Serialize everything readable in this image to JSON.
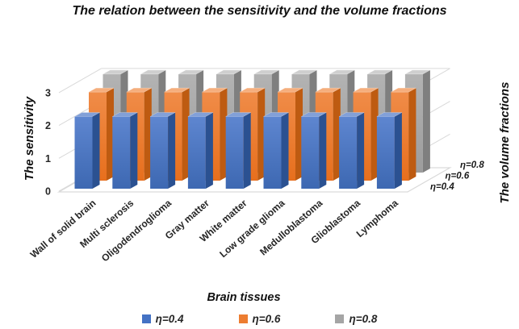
{
  "chart_data": {
    "type": "bar",
    "projection": "3d-clustered-column",
    "title": "The relation between the sensitivity and the volume fractions",
    "xlabel": "Brain tissues",
    "ylabel": "The sensitivity",
    "depth_axis_label": "The volume fractions",
    "categories": [
      "Wall of solid brain",
      "Multi sclerosis",
      "Oligodendroglioma",
      "Gray matter",
      "White matter",
      "Low grade glioma",
      "Medulloblastoma",
      "Glioblastoma",
      "Lymphoma"
    ],
    "series": [
      {
        "name": "η=0.4",
        "values": [
          2.2,
          2.2,
          2.2,
          2.2,
          2.2,
          2.2,
          2.2,
          2.2,
          2.2
        ],
        "color": "#4472C4",
        "front_light": "#5E86D0",
        "front_dark": "#3D68B2",
        "side": "#2B5191",
        "top": "#82A0D8"
      },
      {
        "name": "η=0.6",
        "values": [
          2.7,
          2.7,
          2.7,
          2.7,
          2.7,
          2.7,
          2.7,
          2.7,
          2.7
        ],
        "color": "#ED7D31",
        "front_light": "#F08C48",
        "front_dark": "#E76F1D",
        "side": "#BE5B11",
        "top": "#F5AE7D"
      },
      {
        "name": "η=0.8",
        "values": [
          3.0,
          3.0,
          3.0,
          3.0,
          3.0,
          3.0,
          3.0,
          3.0,
          3.0
        ],
        "color": "#A5A5A5",
        "front_light": "#B3B3B3",
        "front_dark": "#9C9C9C",
        "side": "#7F7F7F",
        "top": "#CFCFCF"
      }
    ],
    "depth_labels": [
      "η=0.4",
      "η=0.6",
      "η=0.8"
    ],
    "ylim": [
      0,
      3
    ],
    "yticks": [
      0,
      1,
      2,
      3
    ],
    "grid": true,
    "legend_position": "bottom",
    "gridline_color": "#D9D9D9",
    "tick_label_color": "#262626"
  }
}
